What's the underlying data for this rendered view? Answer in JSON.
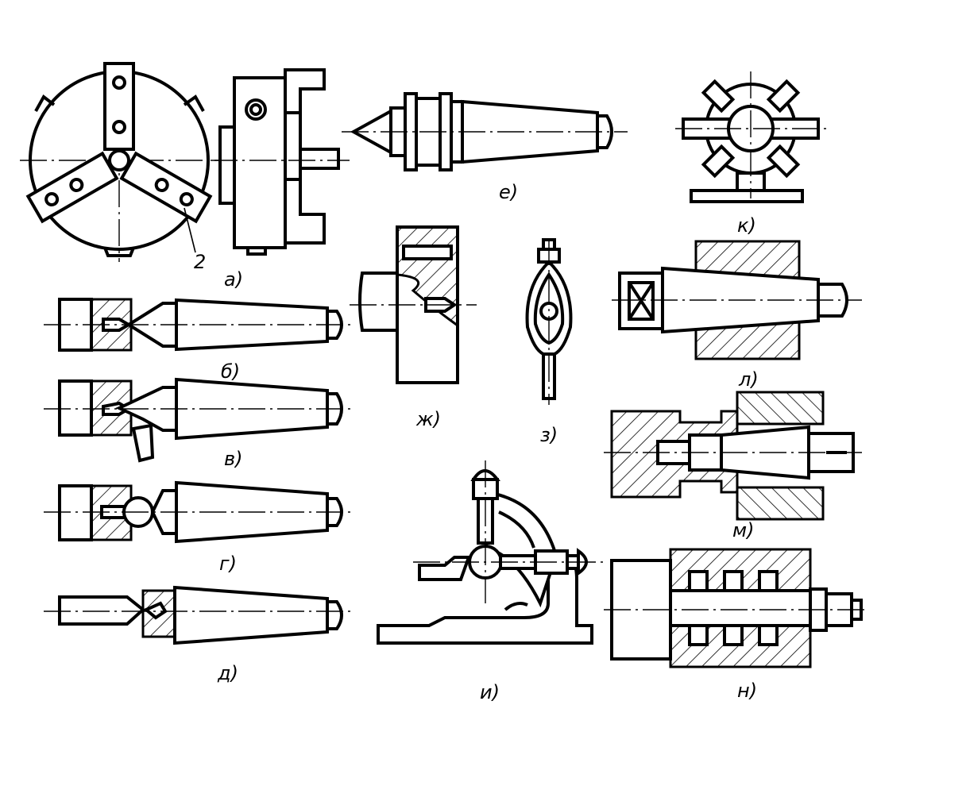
{
  "figure": {
    "labels": {
      "a": "а)",
      "b": "б)",
      "v": "в)",
      "g": "г)",
      "d": "д)",
      "e": "е)",
      "zh": "ж)",
      "z": "з)",
      "i": "и)",
      "k": "к)",
      "l": "л)",
      "m": "м)",
      "n": "н)"
    },
    "callouts": {
      "jaw_number": "2"
    }
  }
}
